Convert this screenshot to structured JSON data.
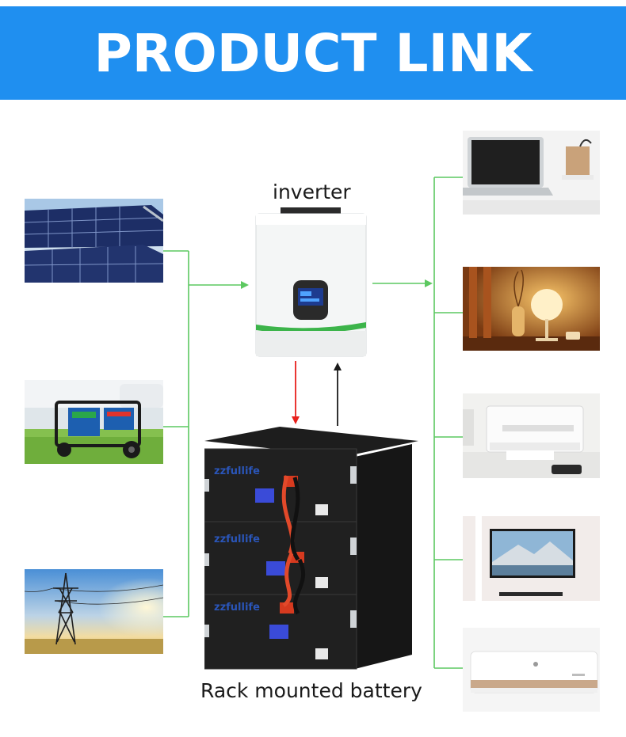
{
  "banner": {
    "title": "PRODUCT LINK",
    "color": "#1f8ff0"
  },
  "inverter": {
    "label": "inverter",
    "icon": "inverter-image"
  },
  "battery": {
    "label": "Rack mounted battery",
    "icon": "battery-rack-image",
    "module_brand": "zzfullife",
    "module_count": 3
  },
  "sources": [
    {
      "icon": "solar-panel-image"
    },
    {
      "icon": "generator-image"
    },
    {
      "icon": "power-grid-tower-image"
    }
  ],
  "loads": [
    {
      "icon": "laptop-image"
    },
    {
      "icon": "table-lamp-image"
    },
    {
      "icon": "printer-image"
    },
    {
      "icon": "television-image"
    },
    {
      "icon": "air-conditioner-image"
    }
  ],
  "colors": {
    "connector_green": "#5cc860",
    "charge_arrow_red": "#e8201c",
    "discharge_arrow_black": "#1a1a1a"
  }
}
